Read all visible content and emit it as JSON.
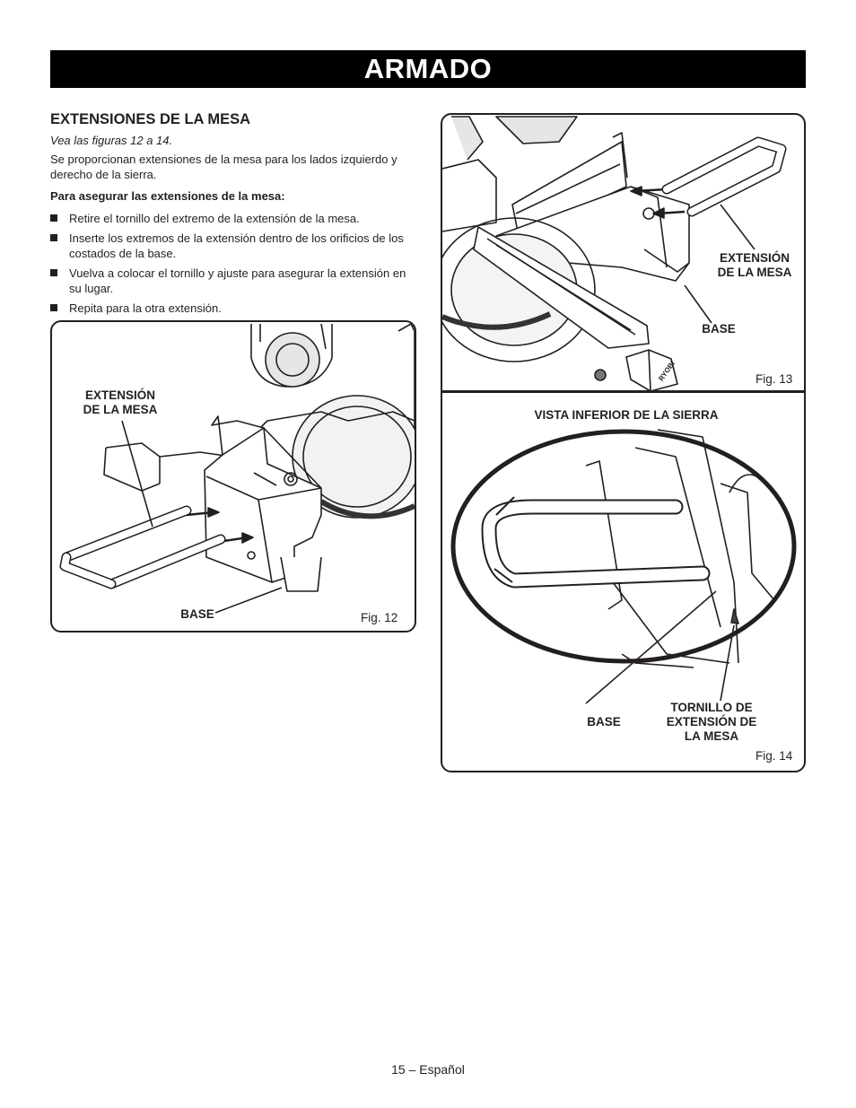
{
  "header": {
    "title": "ARMADO"
  },
  "section": {
    "title": "EXTENSIONES DE LA MESA",
    "see_figures": "Vea las figuras 12 a 14.",
    "intro": "Se proporcionan extensiones de la mesa para los lados izquierdo y derecho de la sierra.",
    "lead": "Para asegurar las extensiones de la mesa:",
    "steps": [
      "Retire el tornillo del extremo de la extensión de la mesa.",
      "Inserte los extremos de la extensión dentro de los orificios de los costados de la base.",
      "Vuelva a colocar el tornillo y ajuste para asegurar la extensión en su lugar.",
      "Repita para la otra extensión."
    ]
  },
  "fig12": {
    "label_extension": "EXTENSIÓN\nDE LA MESA",
    "label_base": "BASE",
    "caption": "Fig. 12"
  },
  "fig13": {
    "label_extension": "EXTENSIÓN\nDE LA MESA",
    "label_base": "BASE",
    "caption": "Fig. 13",
    "brand_text": "RYOBI"
  },
  "fig14": {
    "label_view": "VISTA INFERIOR DE LA SIERRA",
    "label_base": "BASE",
    "label_screw": "TORNILLO DE\nEXTENSIÓN DE\nLA MESA",
    "caption": "Fig. 14"
  },
  "footer": {
    "page": "15 – Español"
  }
}
